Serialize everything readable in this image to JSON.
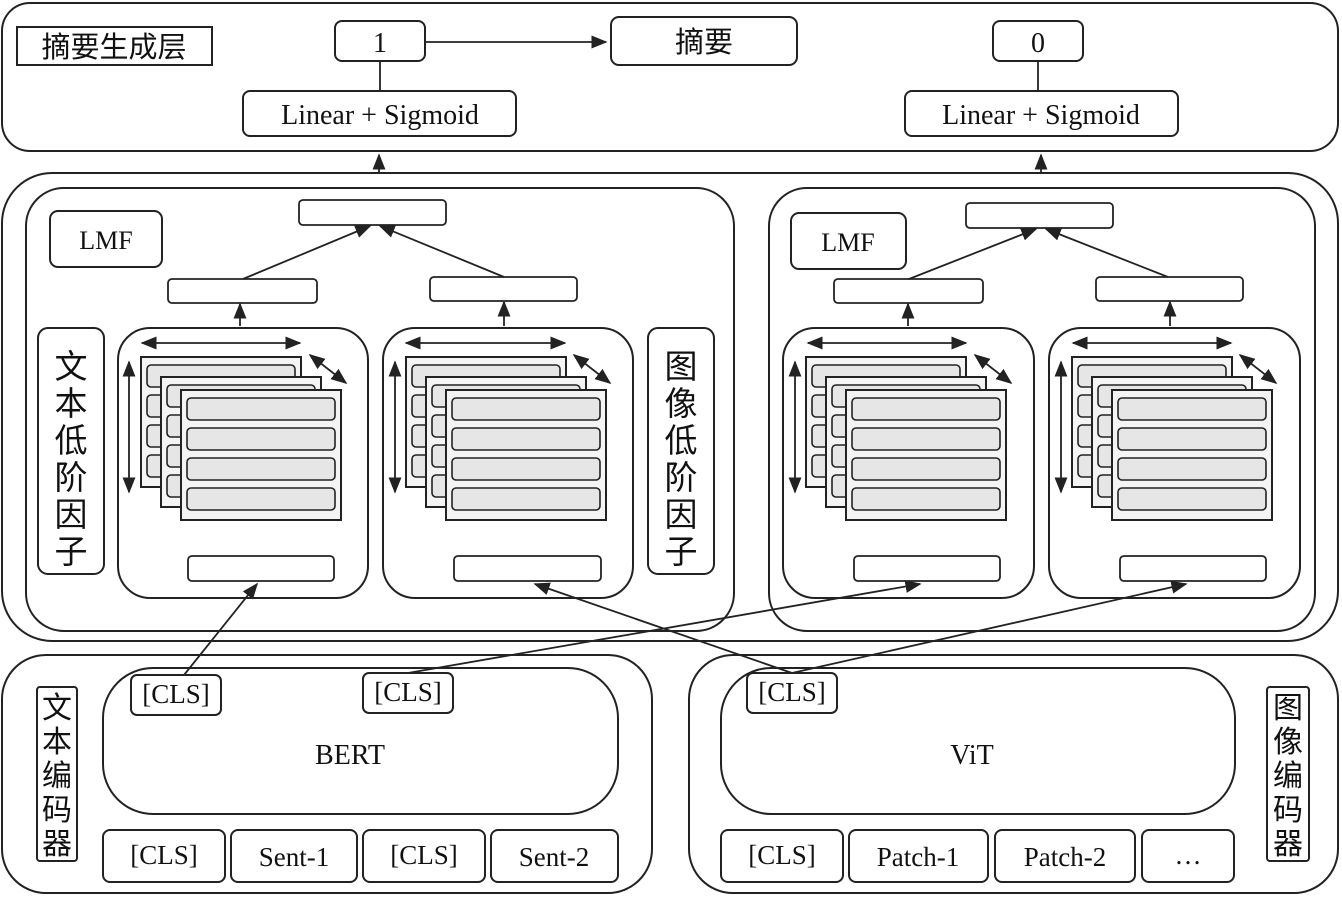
{
  "summary_layer": {
    "title": "摘要生成层",
    "left_output": "1",
    "right_output": "0",
    "summary_label": "摘要",
    "left_head": "Linear + Sigmoid",
    "right_head": "Linear + Sigmoid"
  },
  "fusion": {
    "left_lmf_label": "LMF",
    "right_lmf_label": "LMF",
    "text_factor_label": "文本低阶因子",
    "image_factor_label": "图像低阶因子"
  },
  "text_encoder": {
    "side_label": "文本编码器",
    "model": "BERT",
    "cls_a": "[CLS]",
    "cls_b": "[CLS]",
    "tokens": [
      "[CLS]",
      "Sent-1",
      "[CLS]",
      "Sent-2"
    ]
  },
  "image_encoder": {
    "side_label": "图像编码器",
    "model": "ViT",
    "cls": "[CLS]",
    "tokens": [
      "[CLS]",
      "Patch-1",
      "Patch-2",
      "…"
    ]
  }
}
